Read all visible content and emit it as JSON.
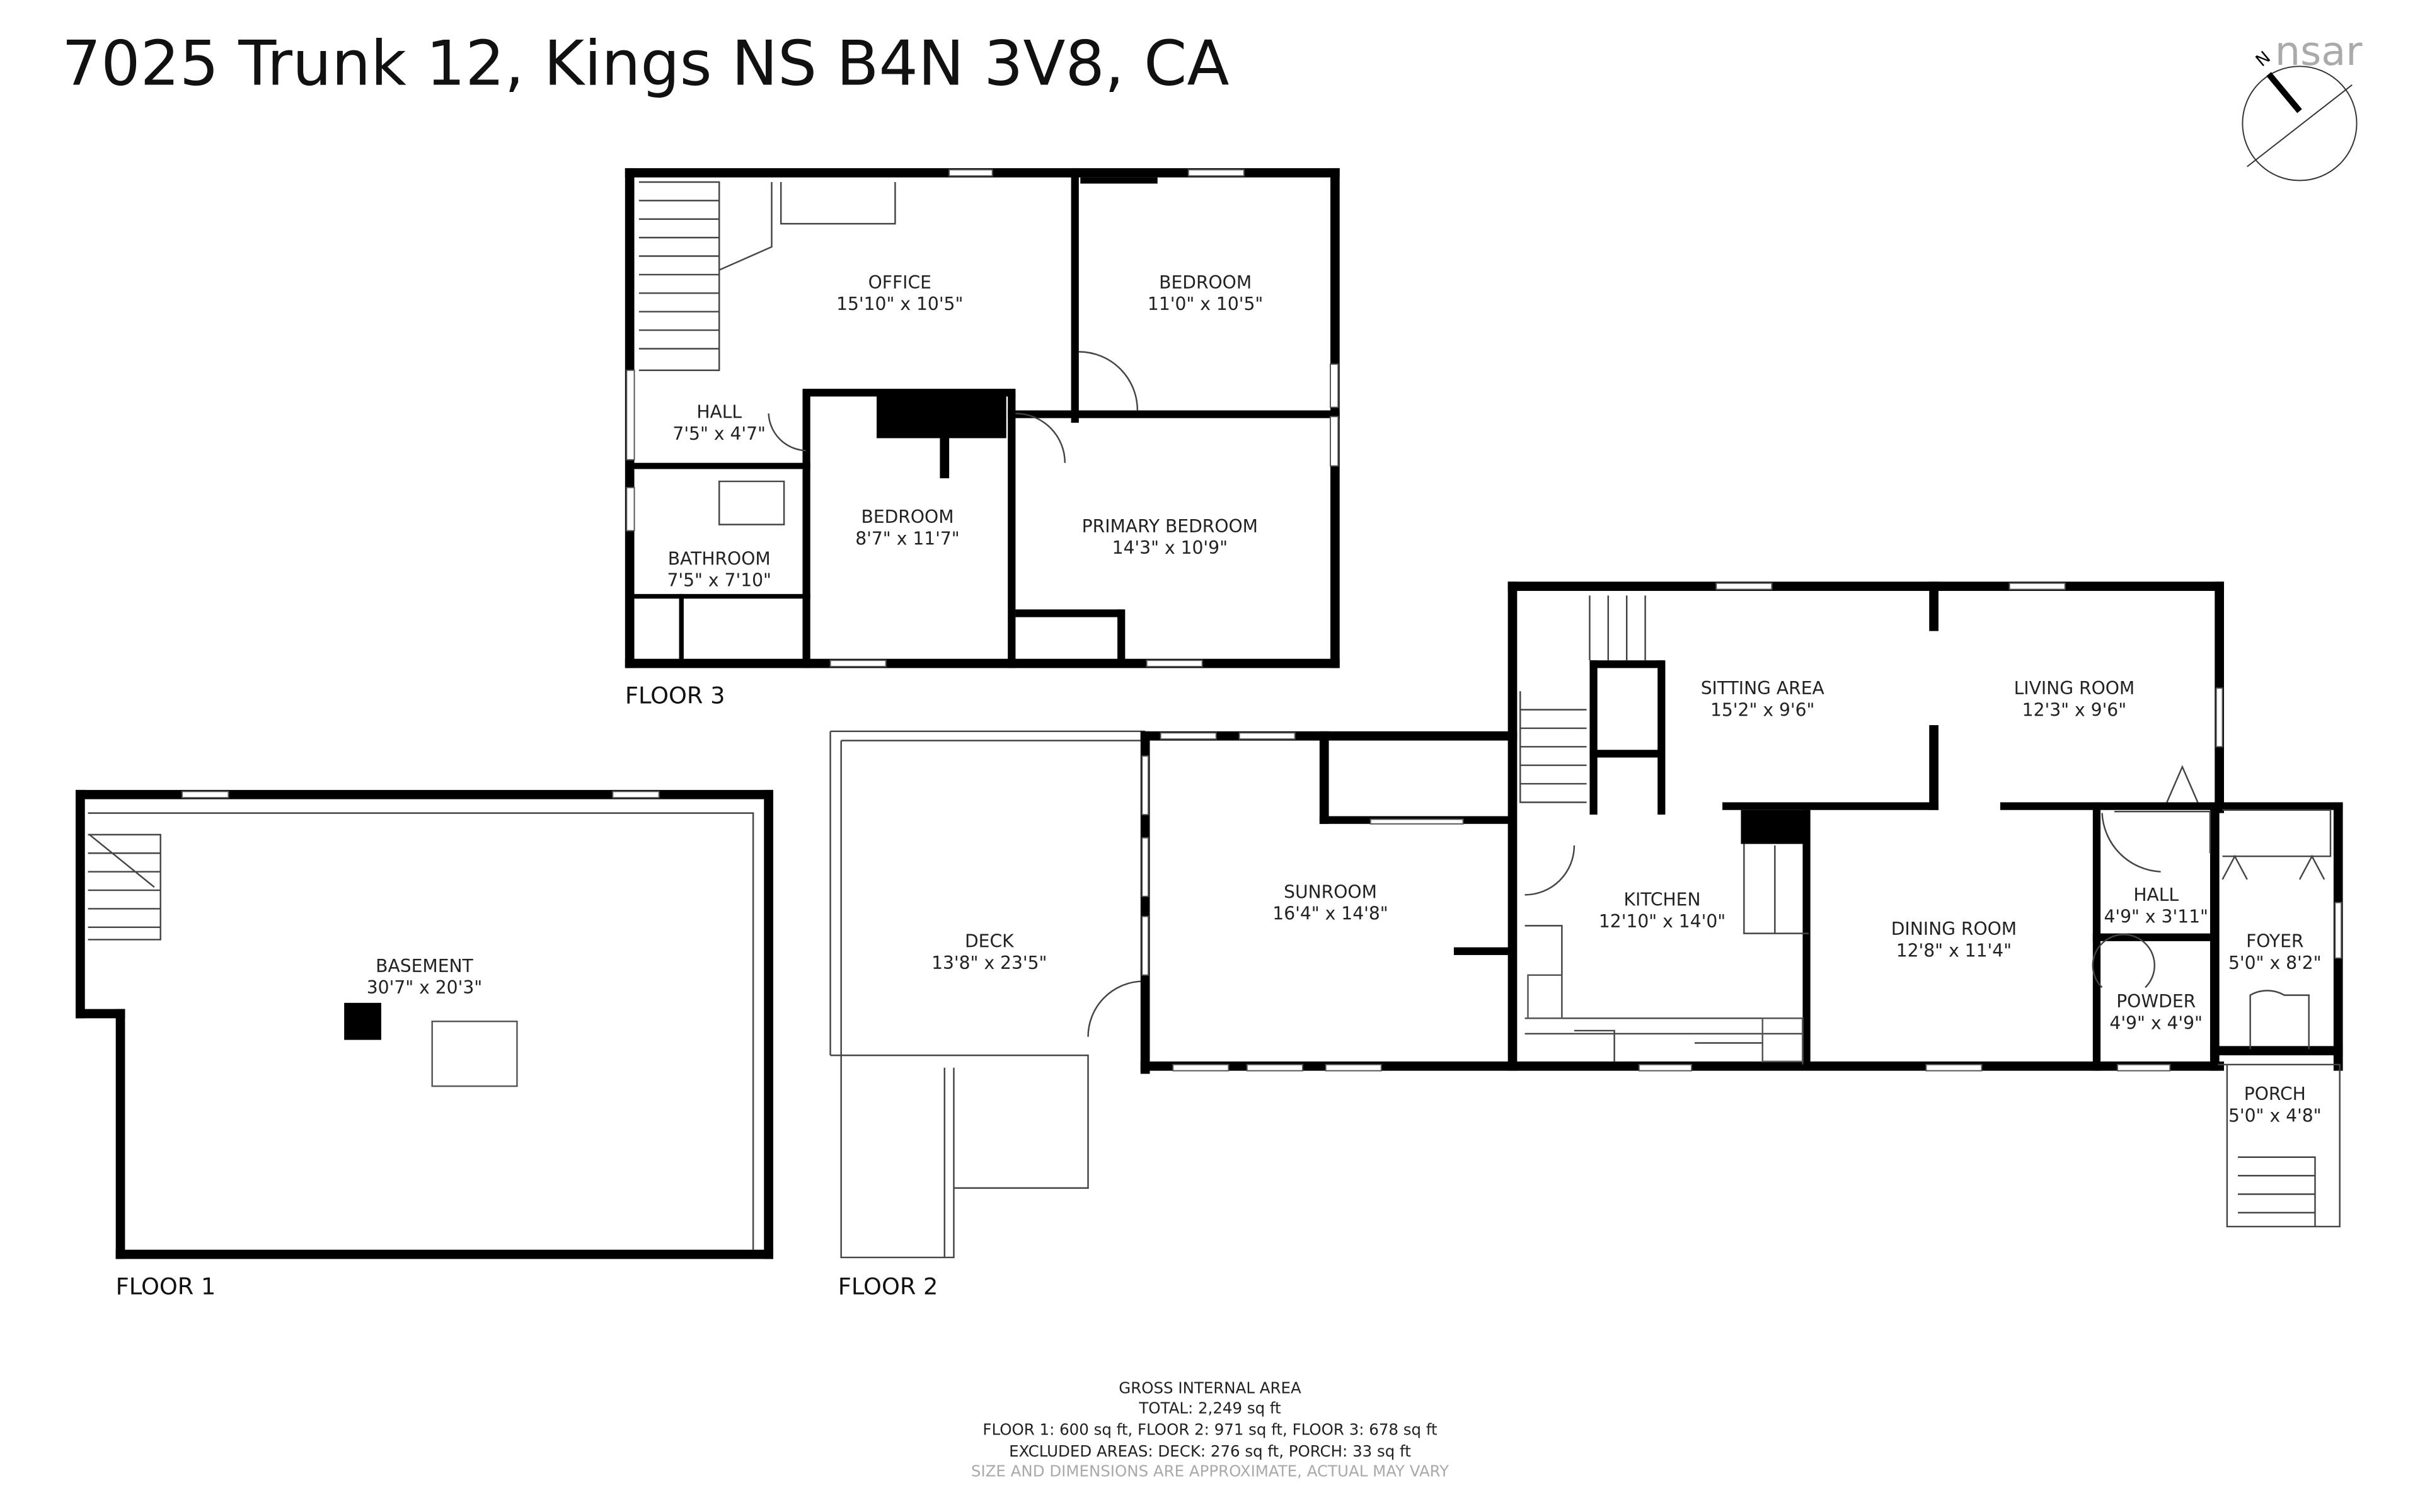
{
  "title": "7025 Trunk 12, Kings NS B4N 3V8, CA",
  "logo": {
    "text": "nsar",
    "compass_label": "N"
  },
  "floors": [
    {
      "label": "FLOOR 1",
      "rooms": [
        {
          "name": "BASEMENT",
          "dims": "30'7\" x 20'3\""
        }
      ]
    },
    {
      "label": "FLOOR 2",
      "rooms": [
        {
          "name": "DECK",
          "dims": "13'8\" x 23'5\""
        },
        {
          "name": "SUNROOM",
          "dims": "16'4\" x 14'8\""
        },
        {
          "name": "KITCHEN",
          "dims": "12'10\" x 14'0\""
        },
        {
          "name": "SITTING AREA",
          "dims": "15'2\" x 9'6\""
        },
        {
          "name": "LIVING ROOM",
          "dims": "12'3\" x 9'6\""
        },
        {
          "name": "DINING ROOM",
          "dims": "12'8\" x 11'4\""
        },
        {
          "name": "HALL",
          "dims": "4'9\" x 3'11\""
        },
        {
          "name": "FOYER",
          "dims": "5'0\" x 8'2\""
        },
        {
          "name": "POWDER",
          "dims": "4'9\" x 4'9\""
        },
        {
          "name": "PORCH",
          "dims": "5'0\" x 4'8\""
        }
      ]
    },
    {
      "label": "FLOOR 3",
      "rooms": [
        {
          "name": "OFFICE",
          "dims": "15'10\" x 10'5\""
        },
        {
          "name": "BEDROOM",
          "dims": "11'0\" x 10'5\""
        },
        {
          "name": "HALL",
          "dims": "7'5\" x 4'7\""
        },
        {
          "name": "BEDROOM",
          "dims": "8'7\" x 11'7\""
        },
        {
          "name": "PRIMARY BEDROOM",
          "dims": "14'3\" x 10'9\""
        },
        {
          "name": "BATHROOM",
          "dims": "7'5\" x 7'10\""
        }
      ]
    }
  ],
  "gross_area": {
    "heading": "GROSS INTERNAL AREA",
    "total": "TOTAL: 2,249 sq ft",
    "floors": "FLOOR 1: 600 sq ft, FLOOR 2: 971 sq ft, FLOOR 3: 678 sq ft",
    "excluded": "EXCLUDED AREAS: DECK: 276 sq ft, PORCH: 33 sq ft",
    "disclaimer": "SIZE AND DIMENSIONS ARE APPROXIMATE, ACTUAL MAY VARY"
  }
}
